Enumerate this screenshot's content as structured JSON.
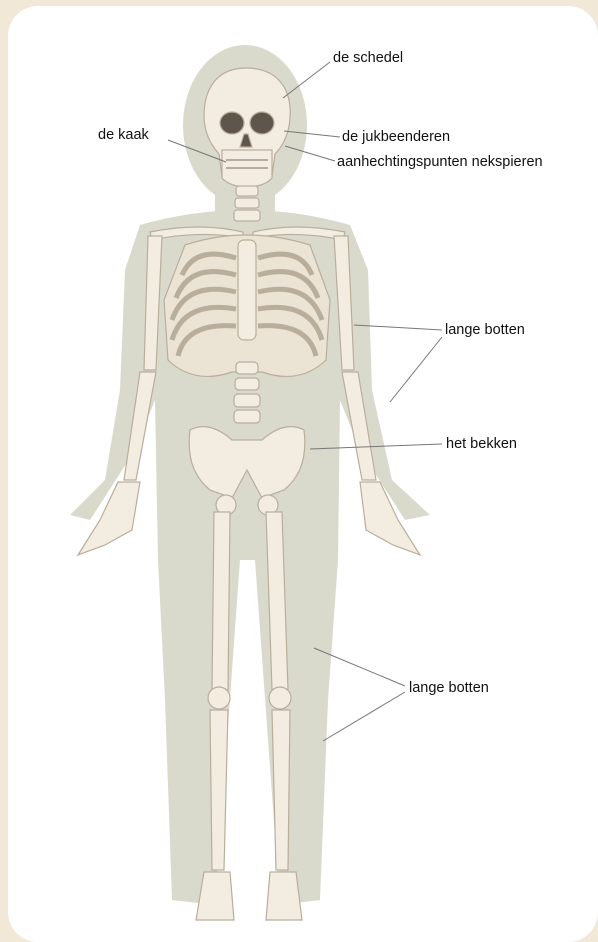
{
  "diagram": {
    "labels": {
      "skull": "de schedel",
      "jaw": "de kaak",
      "cheekbones": "de jukbeenderen",
      "neck_muscle_attachments": "aanhechtingspunten nekspieren",
      "long_bones_arm": "lange botten",
      "pelvis": "het bekken",
      "long_bones_leg": "lange botten"
    },
    "colors": {
      "background": "#f1e8d8",
      "panel": "#ffffff",
      "body_silhouette": "#d9d9cc",
      "bone": "#f3ece0",
      "bone_outline": "#b9ae9c",
      "shadow": "#8f8676",
      "leader_line": "#777777"
    }
  }
}
